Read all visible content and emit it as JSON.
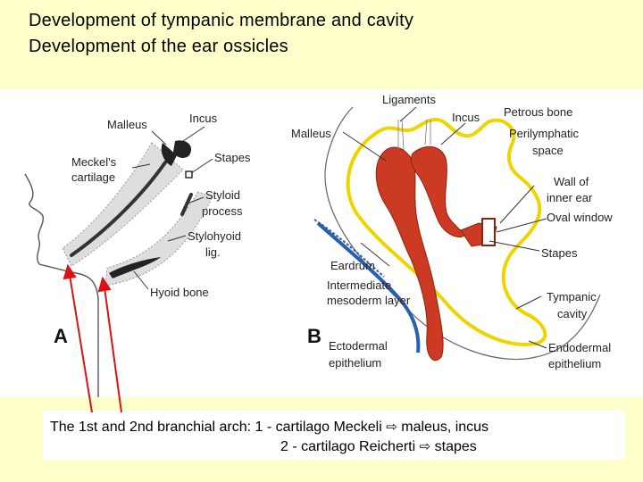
{
  "title_line1": "Development of tympanic membrane and cavity",
  "title_line2": "Development of the ear ossicles",
  "figure_a": {
    "panel_letter": "A",
    "labels": {
      "malleus": "Malleus",
      "incus": "Incus",
      "meckels_line1": "Meckel's",
      "meckels_line2": "cartilage",
      "stapes": "Stapes",
      "styloid_line1": "Styloid",
      "styloid_line2": "process",
      "stylohyoid_line1": "Stylohyoid",
      "stylohyoid_line2": "lig.",
      "hyoid": "Hyoid bone"
    }
  },
  "figure_b": {
    "panel_letter": "B",
    "labels": {
      "ligaments": "Ligaments",
      "incus": "Incus",
      "malleus": "Malleus",
      "petrous_bone": "Petrous bone",
      "perilymphatic_line1": "Perilymphatic",
      "perilymphatic_line2": "space",
      "wall_line1": "Wall of",
      "wall_line2": "inner ear",
      "oval_window": "Oval window",
      "stapes": "Stapes",
      "eardrum": "Eardrum",
      "intermediate_line1": "Intermediate",
      "intermediate_line2": "mesoderm layer",
      "tympanic_line1": "Tympanic",
      "tympanic_line2": "cavity",
      "ectodermal_line1": "Ectodermal",
      "ectodermal_line2": "epithelium",
      "endodermal_line1": "Endodermal",
      "endodermal_line2": "epithelium"
    }
  },
  "caption": {
    "line1_prefix": "The 1st and 2nd branchial arch: 1 - cartilago Meckeli",
    "line1_suffix": "maleus, incus",
    "line2_prefix": "2 - cartilago Reicherti",
    "line2_suffix": "stapes",
    "arrow_glyph": "⇨"
  },
  "colors": {
    "background": "#ffffcc",
    "bone_red": "#cc3a24",
    "yellow_outline": "#f0d400",
    "ectoderm_blue": "#2a5fb0",
    "pointer_arrow": "#dd1111"
  }
}
